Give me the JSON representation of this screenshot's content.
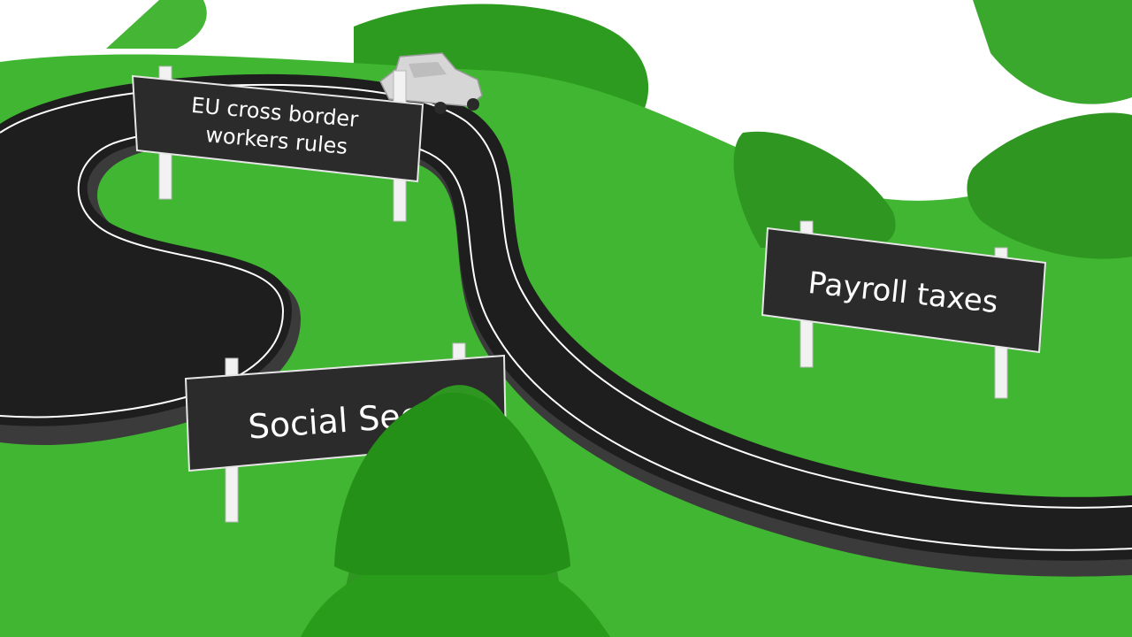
{
  "signs": {
    "eu_cross_border": {
      "line1": "EU cross border",
      "line2": "workers rules"
    },
    "payroll_taxes": {
      "label": "Payroll taxes"
    },
    "social_security": {
      "label": "Social Secu"
    }
  },
  "colors": {
    "grass": "#41b632",
    "grass_dark": "#2e9621",
    "hill_dark": "#238a16",
    "road": "#1e1e1e",
    "road_edge": "#3b3b3b",
    "road_line": "#ffffff",
    "sign_board": "#2b2b2b",
    "sign_post": "#f2f2f2",
    "car": "#d6d6d6",
    "sky": "#ffffff"
  }
}
